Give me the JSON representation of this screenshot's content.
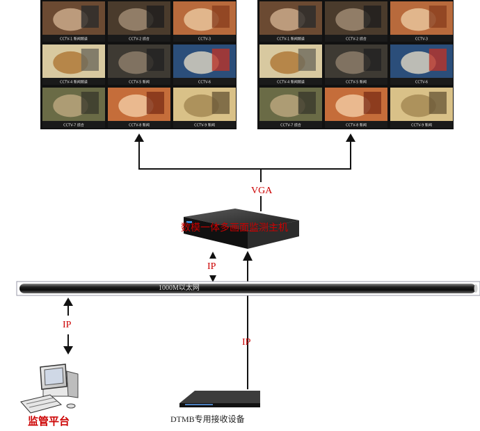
{
  "labels": {
    "vga": "VGA",
    "host": "数模一体多画面监测主机",
    "ip_host": "IP",
    "ethernet": "1000M以太网",
    "ip_platform": "IP",
    "ip_receiver": "IP",
    "receiver": "DTMB专用接收设备",
    "platform": "监管平台"
  },
  "video_wall": {
    "captions": [
      "CCTV-1 新闻频道",
      "CCTV-2 综合",
      "CCTV-3",
      "CCTV-4 新闻频道",
      "CCTV-5 新闻",
      "CCTV-6",
      "CCTV-7 综合",
      "CCTV-8 新闻",
      "CCTV-9 新闻"
    ]
  },
  "colors": {
    "label_red": "#cc0000",
    "arrow": "#111111",
    "backbone": "#111111",
    "device": "#1c1c1c"
  }
}
